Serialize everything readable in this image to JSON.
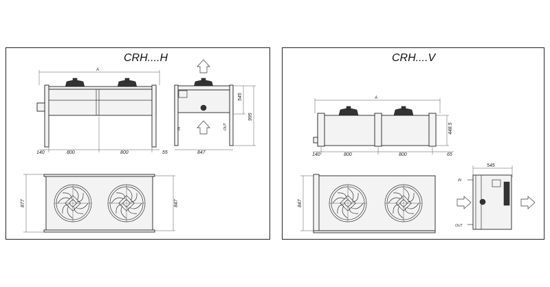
{
  "left": {
    "title": "CRH....H",
    "dims": {
      "A": "A",
      "d140": "140",
      "d800a": "800",
      "d800b": "800",
      "d55": "55",
      "d545": "545",
      "d995": "995",
      "d847": "847",
      "d877": "877",
      "d847v": "847"
    },
    "labels": {
      "in": "IN",
      "out": "OUT"
    }
  },
  "right": {
    "title": "CRH....V",
    "dims": {
      "A": "A",
      "d140": "140",
      "d800a": "800",
      "d800b": "800",
      "d65": "65",
      "d4485": "448.5",
      "d847": "847",
      "d545": "545"
    },
    "labels": {
      "in": "IN",
      "out": "OUT"
    }
  }
}
